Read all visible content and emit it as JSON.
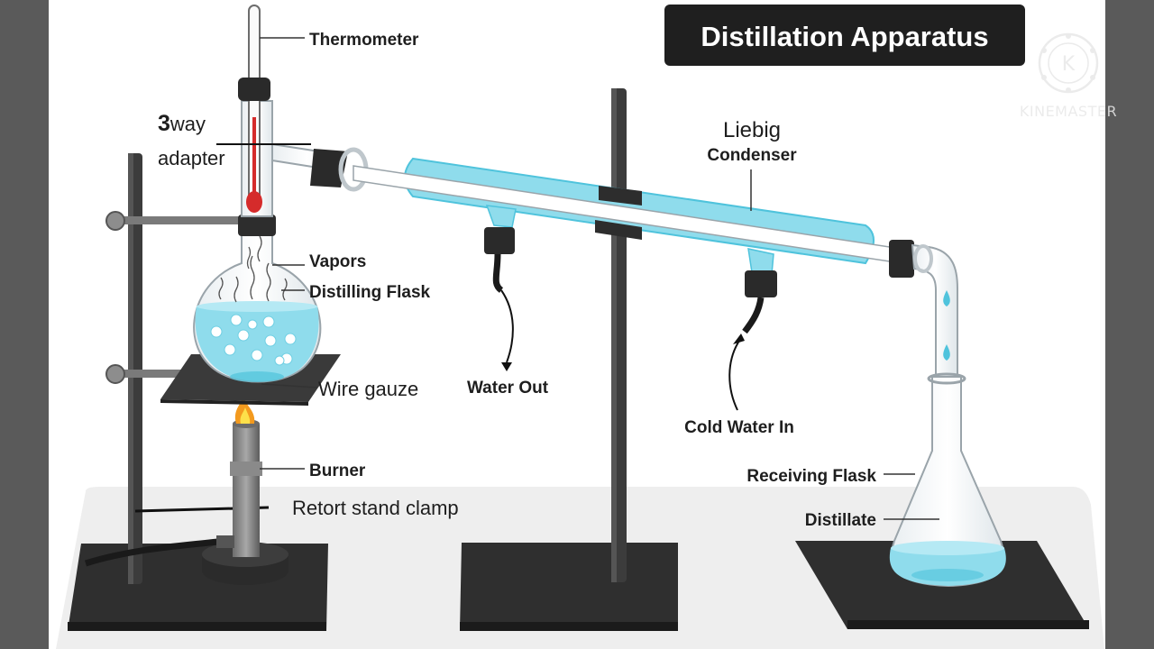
{
  "title": "Distillation Apparatus",
  "watermark": {
    "text": "KINEMASTER",
    "logo_letter": "K"
  },
  "labels": {
    "thermometer": "Thermometer",
    "three_way_num": "3",
    "three_way_word": "way",
    "adapter": "adapter",
    "liebig": "Liebig",
    "condenser": "Condenser",
    "vapors": "Vapors",
    "distilling_flask": "Distilling Flask",
    "wire_gauze": "Wire gauze",
    "water_out": "Water Out",
    "cold_water_in": "Cold Water In",
    "burner": "Burner",
    "retort_stand_clamp": "Retort stand clamp",
    "receiving_flask": "Receiving Flask",
    "distillate": "Distillate"
  },
  "colors": {
    "water": "#8fdcec",
    "water_dark": "#4fc3dc",
    "stand": "#3a3a3a",
    "title_bg": "#1f1f1f",
    "flame": "#f39a1e",
    "thermo_red": "#d52b2b"
  }
}
